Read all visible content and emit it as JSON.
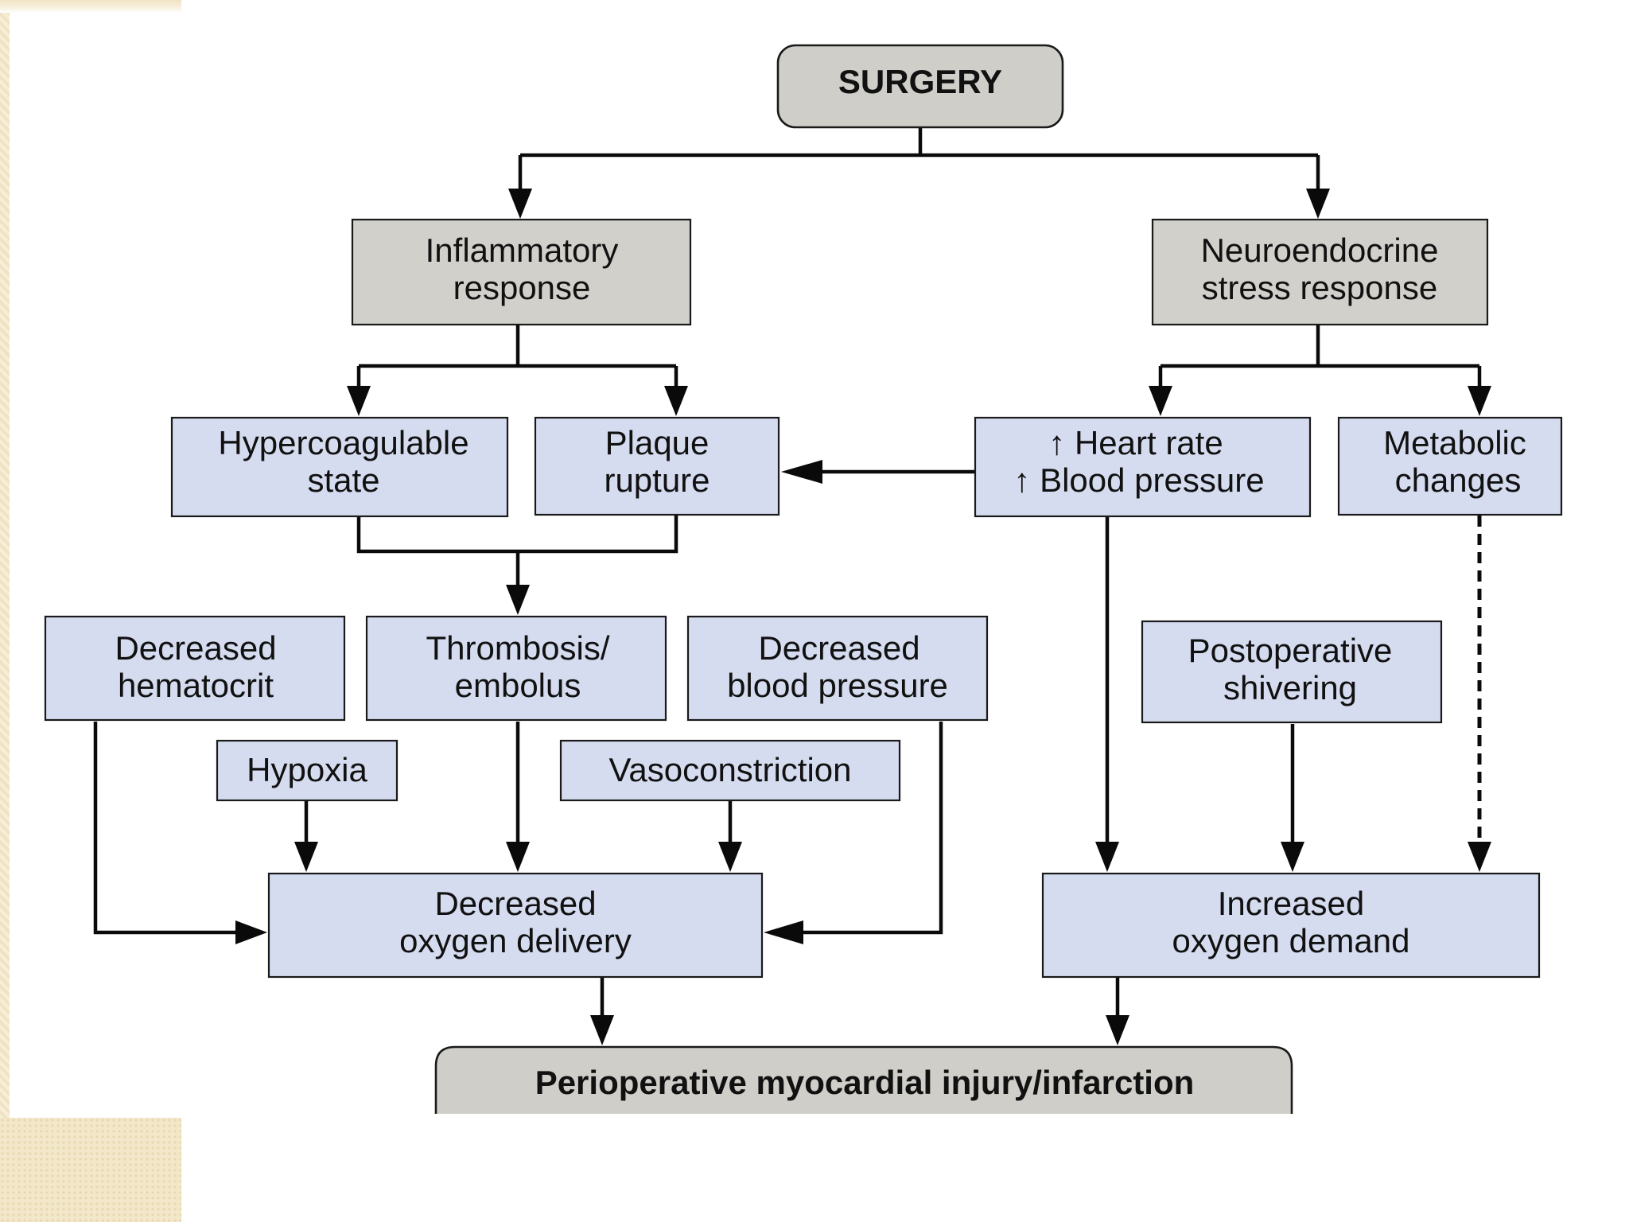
{
  "nodes": {
    "surgery": "SURGERY",
    "inflammatory": [
      "Inflammatory",
      "response"
    ],
    "neuroendocrine": [
      "Neuroendocrine",
      "stress response"
    ],
    "hypercoagulable": [
      "Hypercoagulable",
      "state"
    ],
    "plaque": [
      "Plaque",
      "rupture"
    ],
    "heart_bp": [
      "↑ Heart rate",
      "↑ Blood pressure"
    ],
    "metabolic": [
      "Metabolic",
      "changes"
    ],
    "decreased_hematocrit": [
      "Decreased",
      "hematocrit"
    ],
    "thrombosis": [
      "Thrombosis/",
      "embolus"
    ],
    "decreased_bp": [
      "Decreased",
      "blood pressure"
    ],
    "postop_shivering": [
      "Postoperative",
      "shivering"
    ],
    "hypoxia": "Hypoxia",
    "vasoconstriction": "Vasoconstriction",
    "decreased_o2_delivery": [
      "Decreased",
      "oxygen delivery"
    ],
    "increased_o2_demand": [
      "Increased",
      "oxygen demand"
    ],
    "outcome": "Perioperative myocardial injury/infarction"
  },
  "colors": {
    "box_blue": "#d5dcef",
    "box_gray": "#d1d0ca",
    "line": "#0a0a0a"
  }
}
